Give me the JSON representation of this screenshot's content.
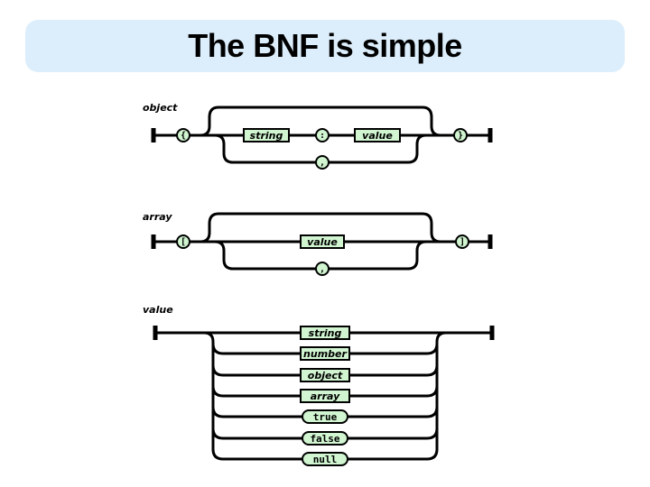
{
  "title": "The BNF is simple",
  "colors": {
    "banner_background": "#dceefb",
    "node_fill": "#d0f5d0",
    "line_color": "#000000"
  },
  "diagrams": {
    "object": {
      "label": "object",
      "open_brace": "{",
      "string_box": "string",
      "colon": ":",
      "value_box": "value",
      "comma": ",",
      "close_brace": "}"
    },
    "array": {
      "label": "array",
      "open_bracket": "[",
      "value_box": "value",
      "comma": ",",
      "close_bracket": "]"
    },
    "value": {
      "label": "value",
      "branches": [
        {
          "text": "string",
          "kind": "nonterminal"
        },
        {
          "text": "number",
          "kind": "nonterminal"
        },
        {
          "text": "object",
          "kind": "nonterminal"
        },
        {
          "text": "array",
          "kind": "nonterminal"
        },
        {
          "text": "true",
          "kind": "terminal"
        },
        {
          "text": "false",
          "kind": "terminal"
        },
        {
          "text": "null",
          "kind": "terminal"
        }
      ]
    }
  }
}
